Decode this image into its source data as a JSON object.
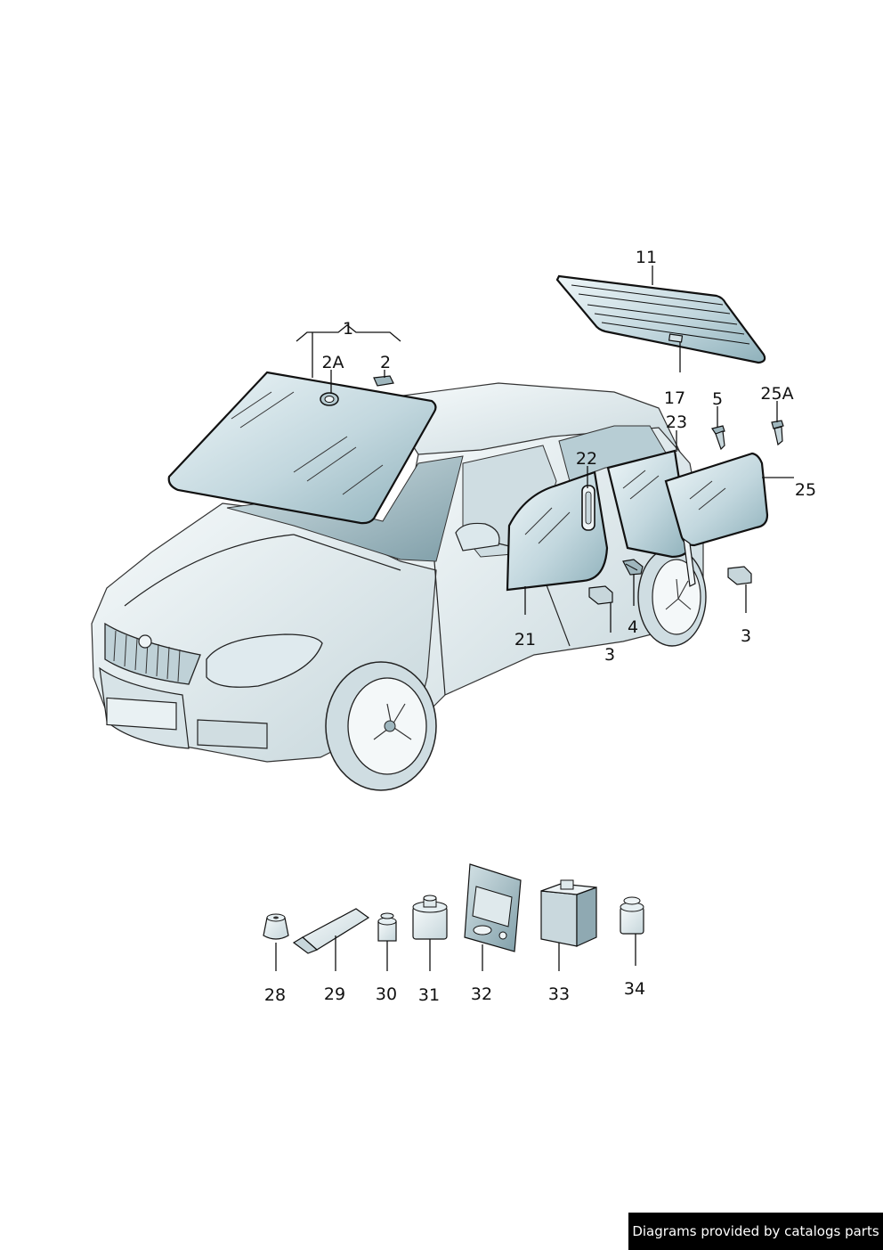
{
  "callouts": {
    "c1": "1",
    "c2A": "2A",
    "c2": "2",
    "c11": "11",
    "c17": "17",
    "c5": "5",
    "c25A": "25A",
    "c23": "23",
    "c22": "22",
    "c25": "25",
    "c21": "21",
    "c3a": "3",
    "c4": "4",
    "c3b": "3",
    "c28": "28",
    "c29": "29",
    "c30": "30",
    "c31": "31",
    "c32": "32",
    "c33": "33",
    "c34": "34"
  },
  "footer": {
    "text": "Diagrams provided by catalogs parts"
  },
  "colors": {
    "glass_light": "#eaf3f6",
    "glass_dark": "#9fbcc5",
    "body_light": "#f4f8f9",
    "body_dark": "#c9d8dd",
    "footer_bg": "#000000"
  }
}
